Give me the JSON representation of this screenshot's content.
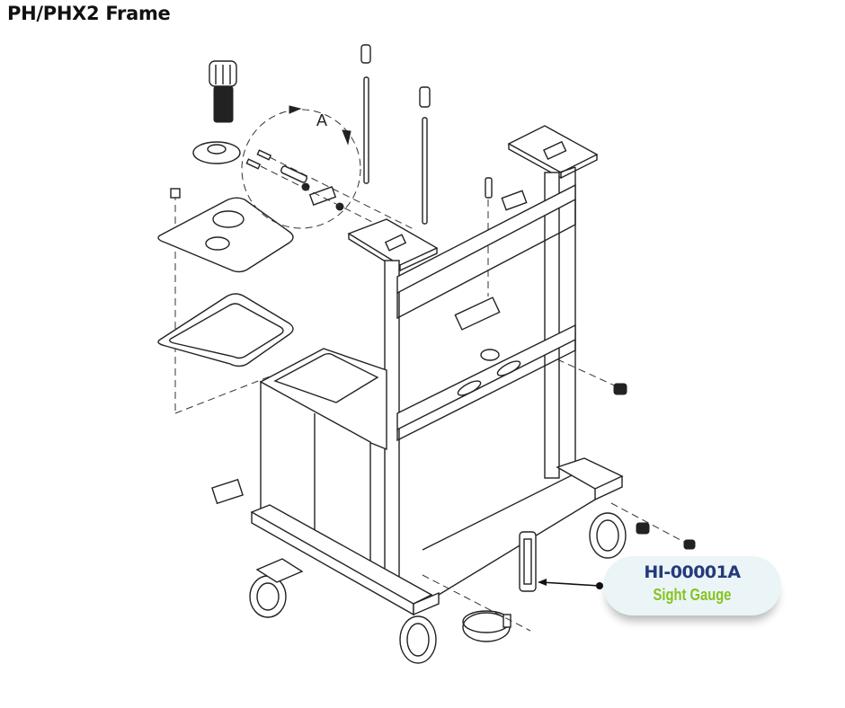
{
  "title": "PH/PHX2 Frame",
  "diagram": {
    "type": "exploded-parts-view",
    "detail_label": "A"
  },
  "callout": {
    "part_number": "HI-00001A",
    "part_name": "Sight Gauge",
    "colors": {
      "background": "#ebf5f7",
      "part_number": "#263a7a",
      "part_name": "#86c21f"
    }
  }
}
